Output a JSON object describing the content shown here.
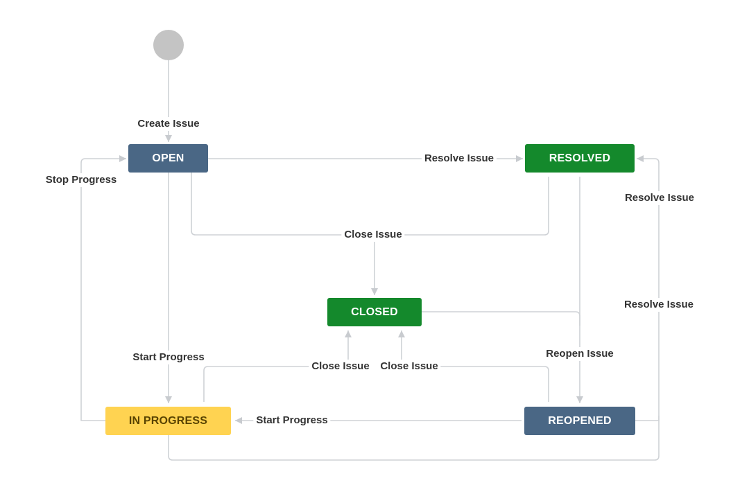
{
  "colors": {
    "status_blue": "#4a6785",
    "status_green": "#14892c",
    "status_yellow": "#ffd351",
    "status_yellow_text": "#594300",
    "connector_gray": "#cfd2d6",
    "start_gray": "#c4c4c4"
  },
  "statuses": {
    "open": "OPEN",
    "resolved": "RESOLVED",
    "closed": "CLOSED",
    "in_progress": "IN PROGRESS",
    "reopened": "REOPENED"
  },
  "transitions": {
    "create_issue": "Create Issue",
    "resolve_open": "Resolve Issue",
    "stop_progress": "Stop Progress",
    "resolve_reopened": "Resolve Issue",
    "close_issue_top": "Close Issue",
    "resolve_in_progress": "Resolve Issue",
    "start_progress_open": "Start Progress",
    "reopen_issue": "Reopen Issue",
    "close_issue_in_progress": "Close Issue",
    "close_issue_reopened": "Close Issue",
    "start_progress_reopened": "Start Progress"
  }
}
